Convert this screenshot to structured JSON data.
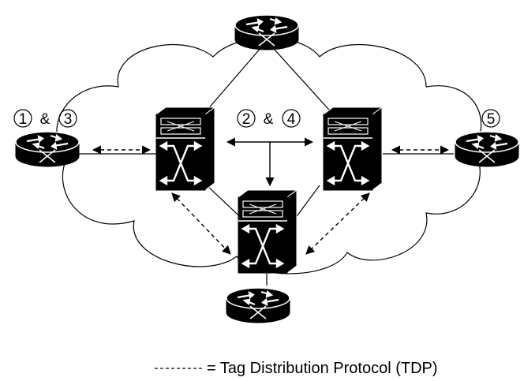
{
  "steps": {
    "left": {
      "first": "1",
      "joiner": "&",
      "second": "3"
    },
    "center": {
      "first": "2",
      "joiner": "&",
      "second": "4"
    },
    "right": {
      "only": "5"
    }
  },
  "legend": {
    "line_style": "dashed",
    "text": "= Tag Distribution Protocol (TDP)"
  },
  "colors": {
    "device_fill": "#000000",
    "device_line": "#ffffff",
    "cloud_outline": "#000000",
    "background": "#ffffff"
  },
  "icons": {
    "router": "router-icon",
    "atm_switch": "atm-switch-icon"
  }
}
